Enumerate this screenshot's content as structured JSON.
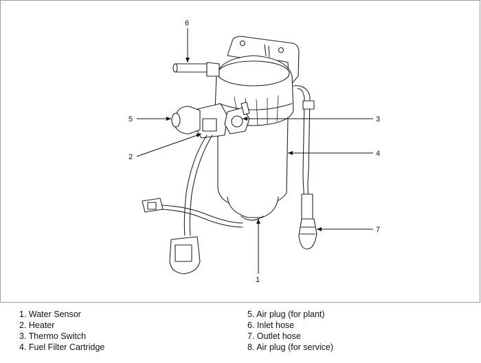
{
  "callouts": [
    "1",
    "2",
    "3",
    "4",
    "5",
    "6",
    "7"
  ],
  "legend": {
    "left": [
      "1. Water Sensor",
      "2. Heater",
      "3. Thermo Switch",
      "4. Fuel Filter Cartridge"
    ],
    "right": [
      "5. Air plug (for plant)",
      "6. Inlet hose",
      "7. Outlet hose",
      "8. Air plug (for service)"
    ]
  }
}
